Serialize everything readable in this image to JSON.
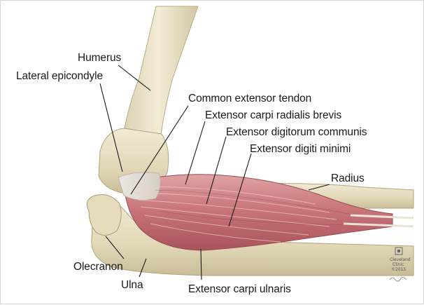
{
  "labels": {
    "humerus": "Humerus",
    "lateral_epicondyle": "Lateral epicondyle",
    "common_extensor_tendon": "Common extensor tendon",
    "ecrb": "Extensor carpi radialis brevis",
    "edc": "Extensor digitorum communis",
    "edm": "Extensor digiti minimi",
    "radius": "Radius",
    "olecranon": "Olecranon",
    "ulna": "Ulna",
    "ecu": "Extensor carpi ulnaris"
  },
  "watermark": {
    "line1": "Cleveland",
    "line2": "Clinic",
    "line3": "©2015"
  }
}
